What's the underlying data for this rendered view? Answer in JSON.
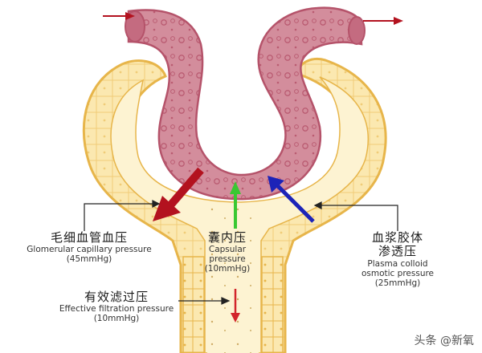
{
  "labels": {
    "glomerular": {
      "zh": "毛细血管血压",
      "en": "Glomerular capillary pressure",
      "value": "(45mmHg)"
    },
    "capsular": {
      "zh": "囊内压",
      "en1": "Capsular",
      "en2": "pressure",
      "value": "(10mmHg)"
    },
    "oncotic": {
      "zh1": "血浆胶体",
      "zh2": "渗透压",
      "en1": "Plasma colloid",
      "en2": "osmotic pressure",
      "value": "(25mmHg)"
    },
    "effective": {
      "zh": "有效滤过压",
      "en": "Effective filtration pressure",
      "value": "(10mmHg)"
    }
  },
  "watermark": "头条 @新氧",
  "colors": {
    "capsule_fill": "#fbe8b0",
    "capsule_border": "#e7b54a",
    "capillary": "#d38d9c",
    "capillary_border": "#b5536a",
    "arrow_red": "#b3121f",
    "arrow_green": "#39c832",
    "arrow_blue": "#1c23b8"
  }
}
